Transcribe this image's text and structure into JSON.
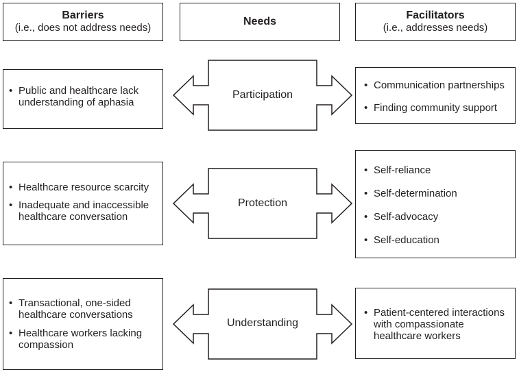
{
  "headers": {
    "barriers": {
      "title": "Barriers",
      "subtitle": "(i.e., does not address needs)"
    },
    "needs": {
      "title": "Needs"
    },
    "facilitators": {
      "title": "Facilitators",
      "subtitle": "(i.e., addresses needs)"
    }
  },
  "rows": [
    {
      "need": "Participation",
      "barriers": [
        "Public and healthcare lack understanding of aphasia"
      ],
      "facilitators": [
        "Communication partnerships",
        "Finding community support"
      ]
    },
    {
      "need": "Protection",
      "barriers": [
        "Healthcare resource scarcity",
        "Inadequate and inaccessible healthcare conversation"
      ],
      "facilitators": [
        "Self-reliance",
        "Self-determination",
        "Self-advocacy",
        "Self-education"
      ]
    },
    {
      "need": "Understanding",
      "barriers": [
        "Transactional, one-sided healthcare conversations",
        "Healthcare workers lacking compassion"
      ],
      "facilitators": [
        "Patient-centered interactions with compassionate healthcare workers"
      ]
    }
  ]
}
